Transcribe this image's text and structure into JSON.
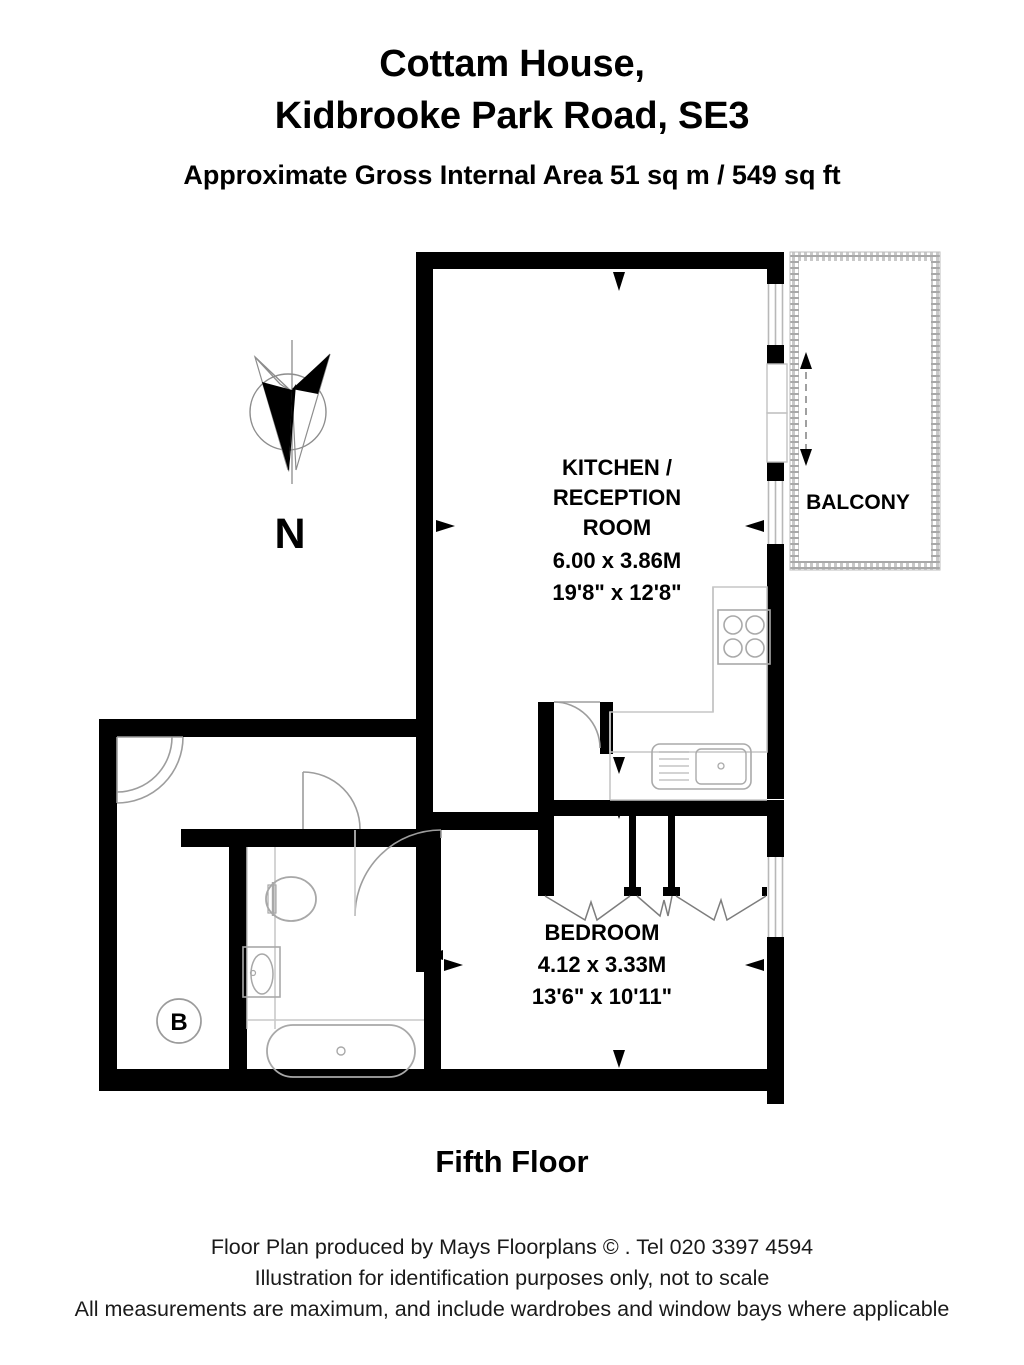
{
  "header": {
    "title_line1": "Cottam House,",
    "title_line2": "Kidbrooke Park Road, SE3",
    "area_line": "Approximate Gross Internal Area 51 sq m  /  549 sq ft"
  },
  "plan": {
    "compass": {
      "label": "N",
      "icon": "compass-rose-icon"
    },
    "rooms": [
      {
        "id": "kitchen-reception",
        "name_line1": "KITCHEN /",
        "name_line2": "RECEPTION",
        "name_line3": "ROOM",
        "dim_metric": "6.00 x 3.86M",
        "dim_imperial": "19'8\" x 12'8\""
      },
      {
        "id": "bedroom",
        "name_line1": "BEDROOM",
        "dim_metric": "4.12 x 3.33M",
        "dim_imperial": "13'6\" x 10'11\""
      },
      {
        "id": "balcony",
        "name_line1": "BALCONY"
      }
    ],
    "markers": [
      {
        "id": "boiler-marker",
        "label": "B"
      }
    ],
    "fixtures": [
      "hob-icon",
      "sink-icon",
      "toilet-icon",
      "washbasin-icon",
      "bathtub-icon"
    ]
  },
  "floor_caption": "Fifth Floor",
  "footer": {
    "line1": "Floor Plan produced by Mays Floorplans  © . Tel 020 3397 4594",
    "line2": "Illustration for identification purposes only, not to scale",
    "line3": "All measurements are maximum, and include wardrobes and window bays where applicable"
  },
  "colors": {
    "wall": "#000000",
    "background": "#ffffff",
    "fixture_stroke": "#9a9a9a",
    "balcony_border": "#b4b4b4"
  }
}
